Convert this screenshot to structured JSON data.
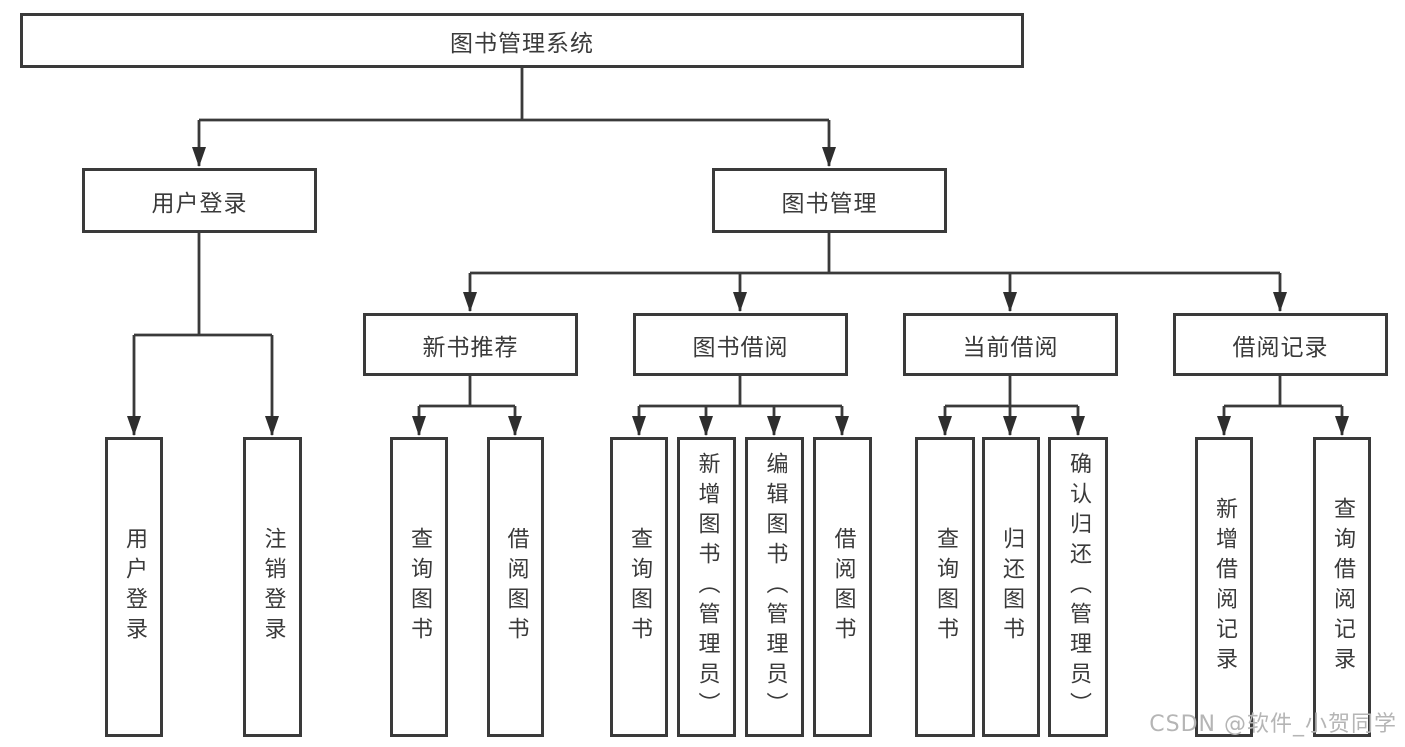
{
  "colors": {
    "background": "#ffffff",
    "box_border": "#3a3a3a",
    "connector_line": "#3a3a3a",
    "text": "#3a3a3a",
    "watermark": "#b5b5b5"
  },
  "watermark": {
    "text": "CSDN @软件_小贺同学"
  },
  "tree": {
    "root": {
      "label": "图书管理系统"
    },
    "branches": [
      {
        "label": "用户登录",
        "children": [
          {
            "label": "用户登录"
          },
          {
            "label": "注销登录"
          }
        ]
      },
      {
        "label": "图书管理",
        "children": [
          {
            "label": "新书推荐",
            "children": [
              {
                "label": "查询图书"
              },
              {
                "label": "借阅图书"
              }
            ]
          },
          {
            "label": "图书借阅",
            "children": [
              {
                "label": "查询图书"
              },
              {
                "label": "新增图书（管理员）"
              },
              {
                "label": "编辑图书（管理员）"
              },
              {
                "label": "借阅图书"
              }
            ]
          },
          {
            "label": "当前借阅",
            "children": [
              {
                "label": "查询图书"
              },
              {
                "label": "归还图书"
              },
              {
                "label": "确认归还（管理员）"
              }
            ]
          },
          {
            "label": "借阅记录",
            "children": [
              {
                "label": "新增借阅记录"
              },
              {
                "label": "查询借阅记录"
              }
            ]
          }
        ]
      }
    ]
  }
}
